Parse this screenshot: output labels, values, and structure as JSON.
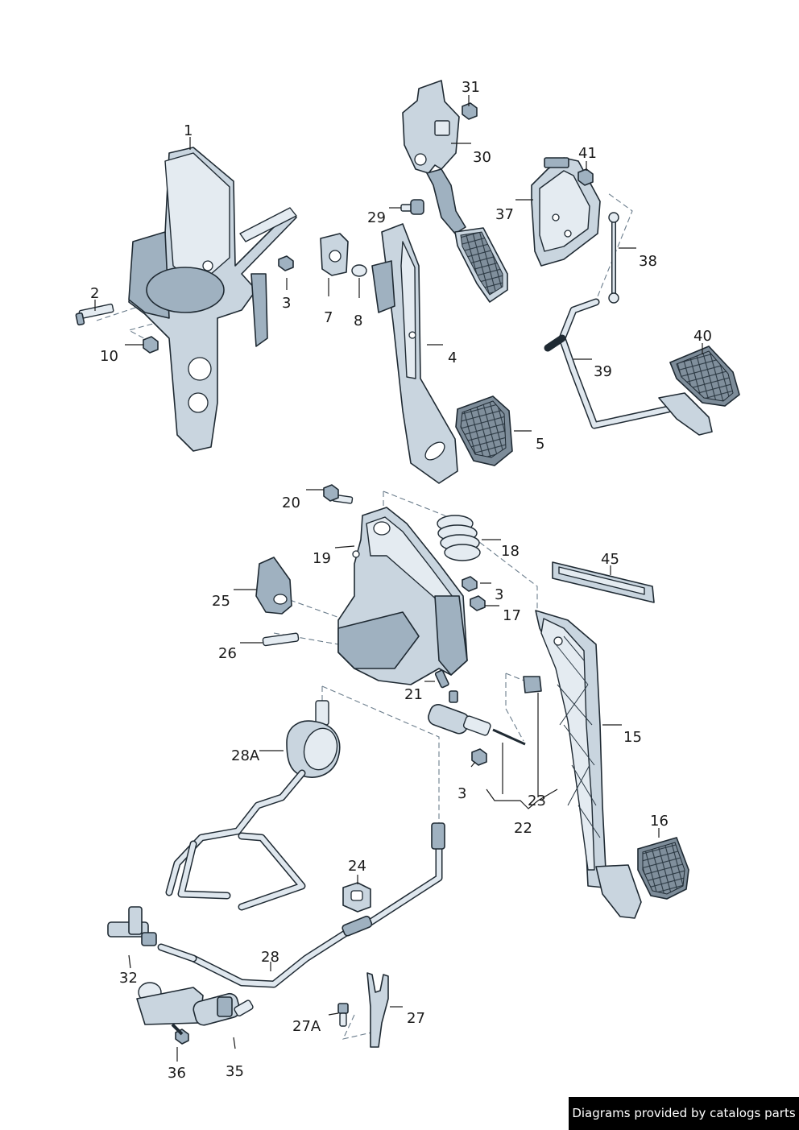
{
  "labels": [
    {
      "id": "1",
      "text": "1"
    },
    {
      "id": "2",
      "text": "2"
    },
    {
      "id": "3a",
      "text": "3"
    },
    {
      "id": "4",
      "text": "4"
    },
    {
      "id": "5",
      "text": "5"
    },
    {
      "id": "7",
      "text": "7"
    },
    {
      "id": "8",
      "text": "8"
    },
    {
      "id": "10",
      "text": "10"
    },
    {
      "id": "29",
      "text": "29"
    },
    {
      "id": "30",
      "text": "30"
    },
    {
      "id": "31",
      "text": "31"
    },
    {
      "id": "37",
      "text": "37"
    },
    {
      "id": "41",
      "text": "41"
    },
    {
      "id": "38",
      "text": "38"
    },
    {
      "id": "39",
      "text": "39"
    },
    {
      "id": "40",
      "text": "40"
    },
    {
      "id": "20",
      "text": "20"
    },
    {
      "id": "19",
      "text": "19"
    },
    {
      "id": "18",
      "text": "18"
    },
    {
      "id": "45",
      "text": "45"
    },
    {
      "id": "25",
      "text": "25"
    },
    {
      "id": "3b",
      "text": "3"
    },
    {
      "id": "17",
      "text": "17"
    },
    {
      "id": "26",
      "text": "26"
    },
    {
      "id": "21",
      "text": "21"
    },
    {
      "id": "15",
      "text": "15"
    },
    {
      "id": "28A",
      "text": "28A"
    },
    {
      "id": "3c",
      "text": "3"
    },
    {
      "id": "23",
      "text": "23"
    },
    {
      "id": "22",
      "text": "22"
    },
    {
      "id": "16",
      "text": "16"
    },
    {
      "id": "24",
      "text": "24"
    },
    {
      "id": "28",
      "text": "28"
    },
    {
      "id": "32",
      "text": "32"
    },
    {
      "id": "27",
      "text": "27"
    },
    {
      "id": "27A",
      "text": "27A"
    },
    {
      "id": "36",
      "text": "36"
    },
    {
      "id": "35",
      "text": "35"
    }
  ],
  "credit": "Diagrams provided by catalogs parts"
}
